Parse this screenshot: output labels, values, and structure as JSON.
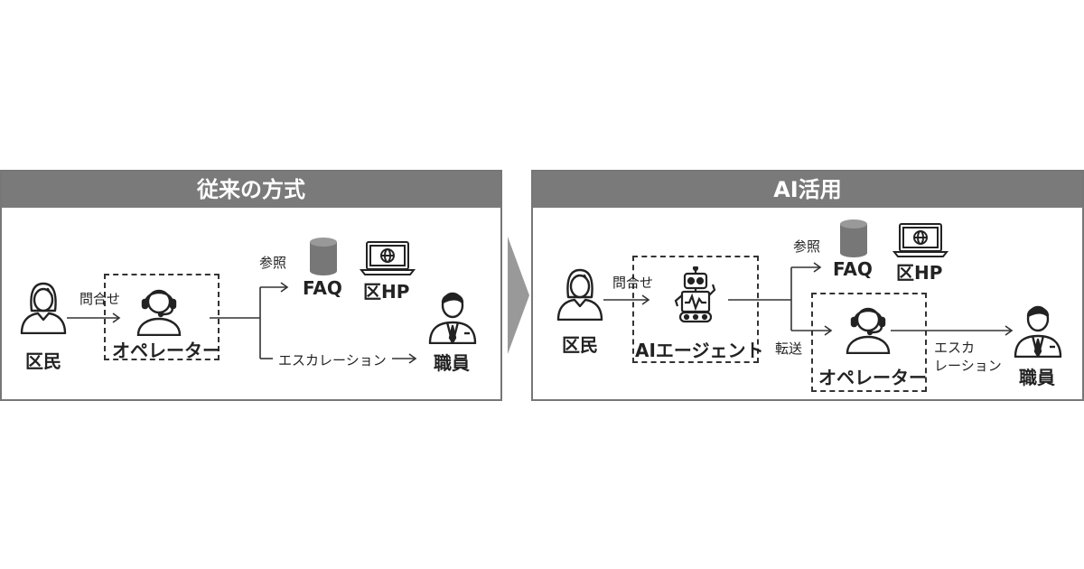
{
  "left_panel": {
    "title": "従来の方式",
    "citizen": "区民",
    "inquiry": "問合せ",
    "operator": "オペレーター",
    "reference": "参照",
    "faq": "FAQ",
    "ward_hp": "区HP",
    "escalation": "エスカレーション",
    "staff": "職員"
  },
  "right_panel": {
    "title": "AI活用",
    "citizen": "区民",
    "inquiry": "問合せ",
    "ai_agent": "AIエージェント",
    "reference": "参照",
    "faq": "FAQ",
    "ward_hp": "区HP",
    "transfer": "転送",
    "operator": "オペレーター",
    "escalation_line1": "エスカ",
    "escalation_line2": "レーション",
    "staff": "職員"
  },
  "colors": {
    "header": "#7a7a7a",
    "border": "#777777",
    "icon": "#222222",
    "db": "#777777",
    "arrow": "#999999"
  },
  "icons": [
    "woman-icon",
    "operator-headset-icon",
    "database-icon",
    "laptop-globe-icon",
    "staff-icon",
    "robot-icon",
    "chevron-right-icon"
  ]
}
